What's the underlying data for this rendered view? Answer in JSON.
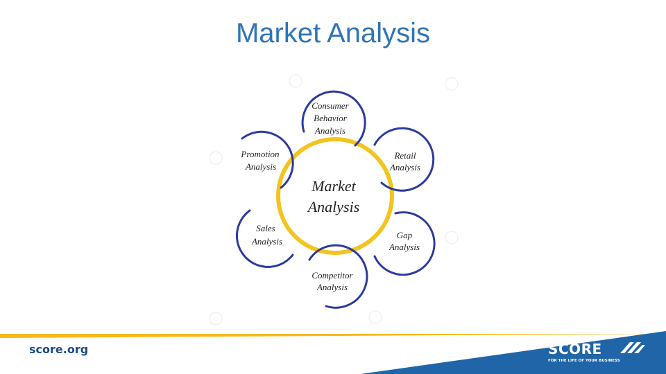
{
  "slide": {
    "title": "Market Analysis"
  },
  "diagram": {
    "center": {
      "line1": "Market",
      "line2": "Analysis"
    },
    "nodes": [
      {
        "id": "consumer",
        "lines": [
          "Consumer",
          "Behavior",
          "Analysis"
        ]
      },
      {
        "id": "retail",
        "lines": [
          "Retail",
          "Analysis"
        ]
      },
      {
        "id": "gap",
        "lines": [
          "Gap",
          "Analysis"
        ]
      },
      {
        "id": "competitor",
        "lines": [
          "Competitor",
          "Analysis"
        ]
      },
      {
        "id": "sales",
        "lines": [
          "Sales",
          "Analysis"
        ]
      },
      {
        "id": "promotion",
        "lines": [
          "Promotion",
          "Analysis"
        ]
      }
    ],
    "colors": {
      "ring": "#f2c41e",
      "node_stroke": "#2b3a9e"
    }
  },
  "footer": {
    "url": "score.org",
    "brand": "SCORE",
    "tagline": "FOR THE LIFE OF YOUR BUSINESS",
    "colors": {
      "yellow": "#f6b81c",
      "blue": "#1f65a8",
      "text": "#1c4a86"
    }
  }
}
